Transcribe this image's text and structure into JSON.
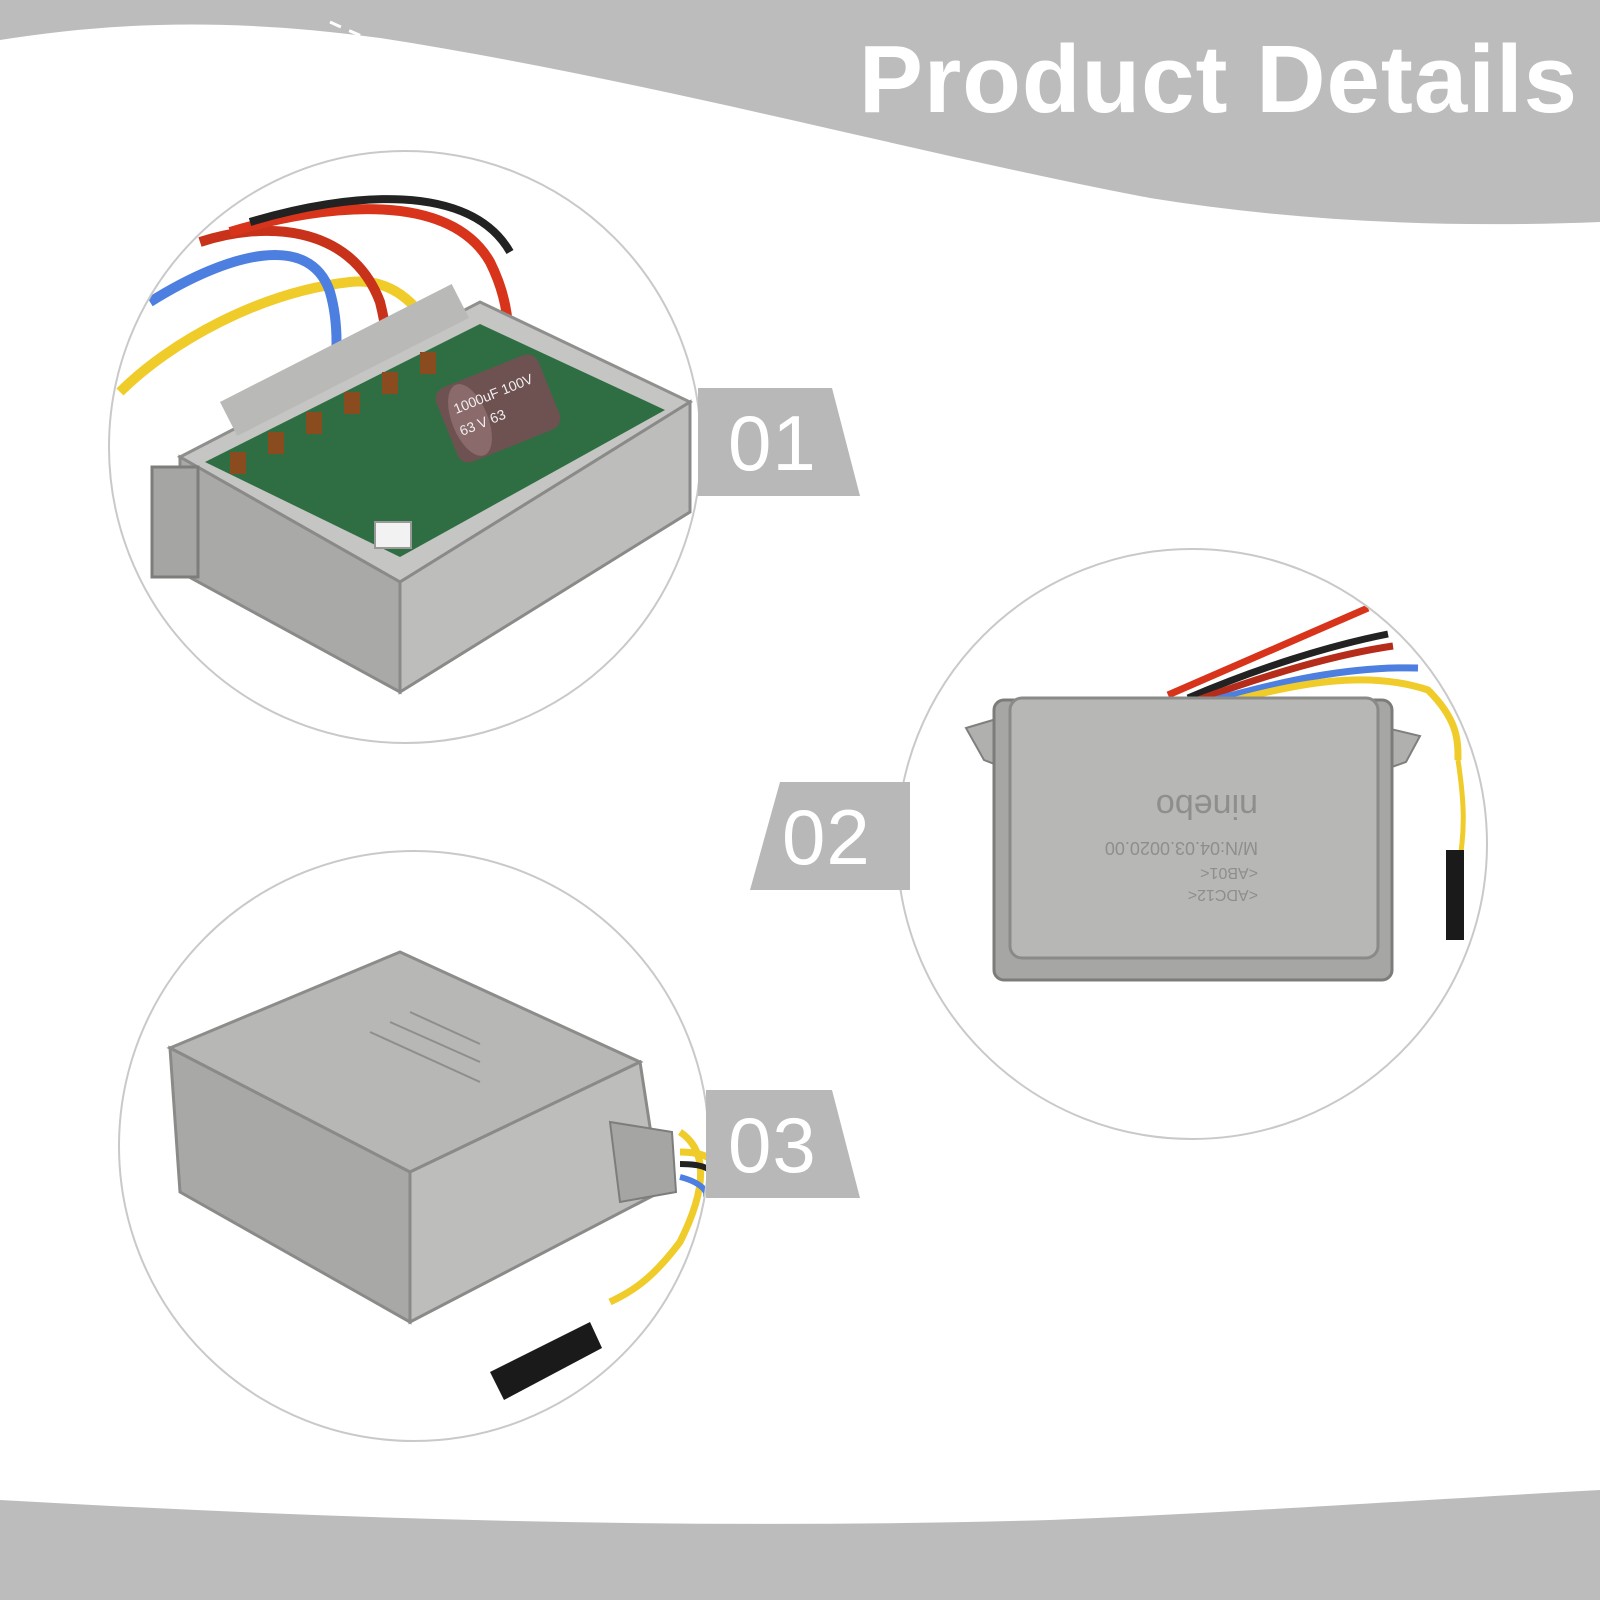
{
  "header": {
    "title": "Product Details"
  },
  "details": [
    {
      "number": "01"
    },
    {
      "number": "02"
    },
    {
      "number": "03"
    }
  ],
  "capacitor": {
    "line1": "1000uF 100V",
    "line2": "63 V 63"
  },
  "engraving": {
    "brand": "ninebo",
    "model": "M/N:04.03.0020.00",
    "code1": "<AB01<",
    "code2": "<ADC12<"
  },
  "colors": {
    "band": "#bcbcbc",
    "plate": "#b8b8b8",
    "housing": "#b4b4b2",
    "wire_red": "#d8341c",
    "wire_blue": "#4d7fe0",
    "wire_yellow": "#f0cc2a"
  }
}
